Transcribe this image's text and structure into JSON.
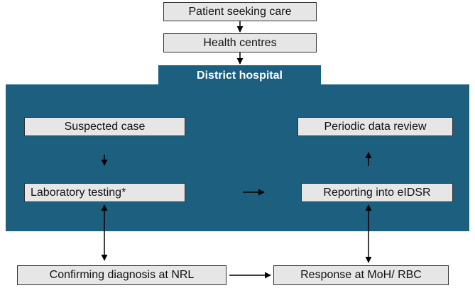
{
  "diagram": {
    "district_label": "District hospital",
    "nodes": {
      "patient": "Patient seeking care",
      "health_centres": "Health centres",
      "suspected_case": "Suspected case",
      "periodic_review": "Periodic data review",
      "lab_testing": "Laboratory testing*",
      "reporting": "Reporting into eIDSR",
      "confirming": "Confirming diagnosis at NRL",
      "response": "Response at MoH/ RBC"
    },
    "colors": {
      "panel": "#1c5f7e",
      "box_fill": "#e6e6e6",
      "box_border": "#333333",
      "arrow": "#000000"
    }
  }
}
